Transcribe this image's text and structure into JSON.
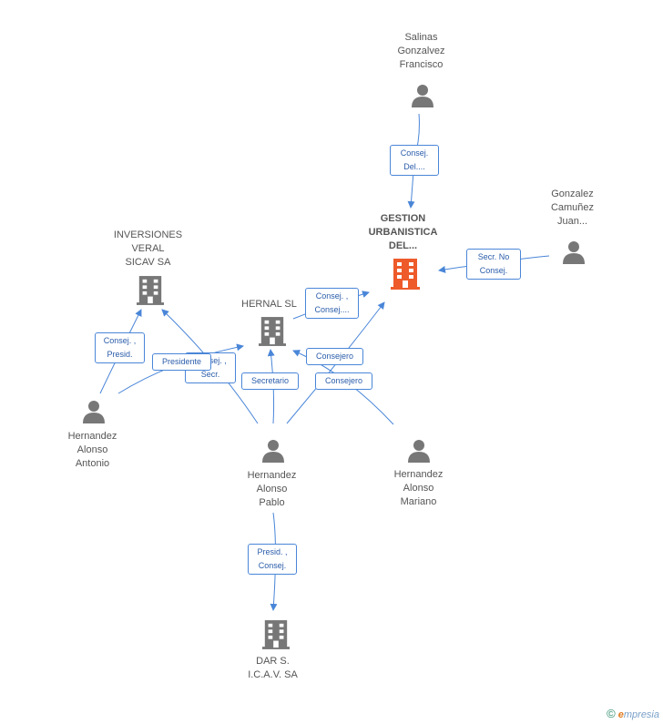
{
  "nodes": {
    "salinas": "Salinas\nGonzalvez\nFrancisco",
    "gestion": "GESTION\nURBANISTICA\nDEL...",
    "gonzalez": "Gonzalez\nCamuñez\nJuan...",
    "inversiones": "INVERSIONES\nVERAL\nSICAV SA",
    "hernal": "HERNAL SL",
    "antonio": "Hernandez\nAlonso\nAntonio",
    "pablo": "Hernandez\nAlonso\nPablo",
    "mariano": "Hernandez\nAlonso\nMariano",
    "dar": "DAR S.\nI.C.A.V. SA"
  },
  "roles": {
    "salinas_gestion": "Consej.\nDel....",
    "gonzalez_gestion": "Secr.  No\nConsej.",
    "hernal_gestion": "Consej. ,\nConsej....",
    "antonio_inversiones": "Consej. ,\nPresid.",
    "pablo_inversiones": "Consej. ,\nSecr.",
    "antonio_hernal": "Presidente",
    "pablo_hernal": "Secretario",
    "pablo_gestion": "Consejero",
    "mariano_hernal": "Consejero",
    "pablo_dar": "Presid. ,\nConsej."
  },
  "colors": {
    "edge": "#4a86d8",
    "person": "#777777",
    "company": "#777777",
    "highlight_company": "#ee5a2a"
  },
  "footer": {
    "copyright": "©",
    "brand_e": "e",
    "brand_rest": "mpresia"
  }
}
